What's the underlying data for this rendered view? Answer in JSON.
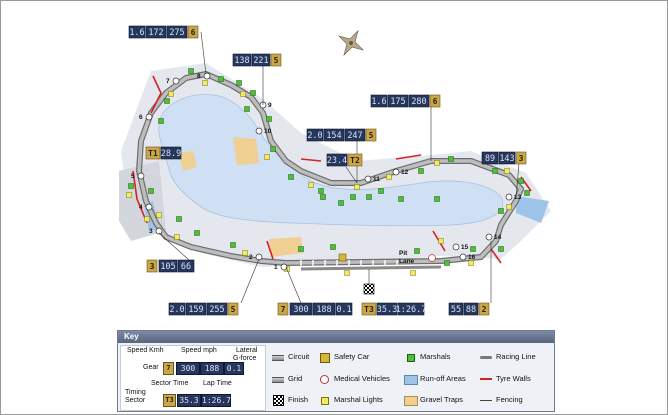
{
  "map": {
    "sector_times": [
      {
        "id": "T1",
        "time": "28.9"
      },
      {
        "id": "T2",
        "time": "23.4"
      },
      {
        "id": "T3",
        "time": "35.3",
        "lap": "1:26.7"
      }
    ],
    "speed_boxes": [
      {
        "kmh": "1.6",
        "mph": "172",
        "g": "275",
        "gear": "6"
      },
      {
        "kmh": "138",
        "mph": "221",
        "g": "",
        "gear": "5"
      },
      {
        "kmh": "1.6",
        "mph": "175",
        "g": "280",
        "gear": "6"
      },
      {
        "kmh": "2.0",
        "mph": "154",
        "g": "247",
        "gear": "5"
      },
      {
        "kmh": "89",
        "mph": "143",
        "g": "",
        "gear": "3"
      },
      {
        "kmh": "105",
        "mph": "66",
        "g": "",
        "gear": "3"
      },
      {
        "kmh": "2.0",
        "mph": "159",
        "g": "255",
        "gear": "5"
      },
      {
        "kmh": "300",
        "mph": "188",
        "g": "0.1",
        "gear": "7"
      },
      {
        "kmh": "55",
        "mph": "88",
        "g": "",
        "gear": "2"
      }
    ],
    "turns": [
      "1",
      "2",
      "3",
      "4",
      "5",
      "6",
      "7",
      "8",
      "9",
      "10",
      "11",
      "12",
      "13",
      "14",
      "15",
      "16"
    ],
    "pit_lane_label": "Pit Lane",
    "colors": {
      "track": "#8a8a8a",
      "lake": "#cfe0f4",
      "grass": "#e6e9ee",
      "tyre_wall": "#d42222",
      "marshal": "#4fbf3a",
      "marshal_light": "#f2ec5a",
      "lcd": "#26365d",
      "gear": "#c9a64a"
    }
  },
  "key": {
    "title": "Key",
    "legend": {
      "speed_kmh": "Speed Kmh",
      "speed_mph": "Speed mph",
      "lateral": "Lateral",
      "g_force": "G-force",
      "gear": "Gear",
      "sample_gear": "7",
      "sample_kmh": "300",
      "sample_mph": "188",
      "sample_g": "0.1",
      "sector_time": "Sector Time",
      "lap_time": "Lap Time",
      "timing": "Timing",
      "sector": "Sector",
      "sample_sector": "T3",
      "sample_time": "35.3",
      "sample_lap": "1:26.7"
    },
    "items": [
      {
        "icon": "circuit-line-icon",
        "label": "Circuit"
      },
      {
        "icon": "grid-icon",
        "label": "Grid"
      },
      {
        "icon": "finish-flag-icon",
        "label": "Finish"
      },
      {
        "icon": "safety-car-icon",
        "label": "Safety Car",
        "symbol": "S"
      },
      {
        "icon": "medical-vehicle-icon",
        "label": "Medical Vehicles",
        "symbol": "+"
      },
      {
        "icon": "marshal-light-icon",
        "label": "Marshal Lights"
      },
      {
        "icon": "marshal-icon",
        "label": "Marshals"
      },
      {
        "icon": "run-off-icon",
        "label": "Run-off Areas"
      },
      {
        "icon": "gravel-icon",
        "label": "Gravel Traps"
      },
      {
        "icon": "racing-line-icon",
        "label": "Racing Line"
      },
      {
        "icon": "tyre-wall-icon",
        "label": "Tyre Walls"
      },
      {
        "icon": "fencing-icon",
        "label": "Fencing"
      }
    ]
  }
}
